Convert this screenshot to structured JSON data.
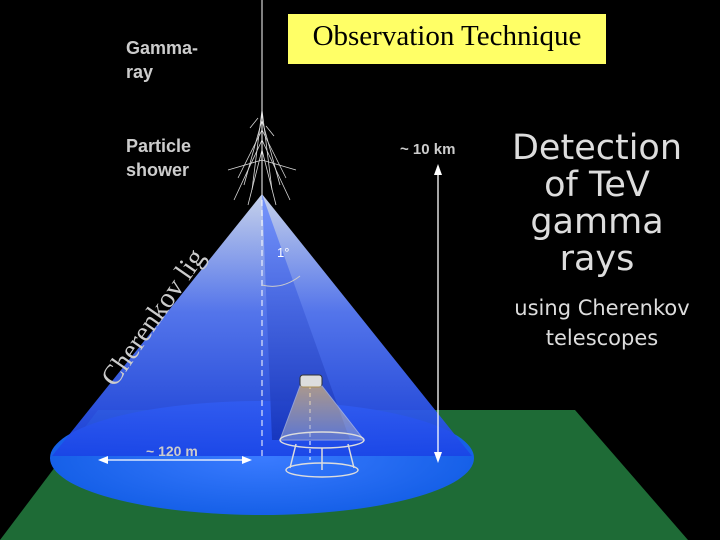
{
  "slide": {
    "title": "Observation Technique",
    "gamma_label": "Gamma-ray",
    "shower_label": "Particle shower",
    "cherenkov_label": "Cherenkov light",
    "angle_label": "1°",
    "height_label": "~ 10 km",
    "radius_label": "~ 120 m",
    "headline": "Detection of TeV gamma rays",
    "subline": "using Cherenkov telescopes"
  },
  "colors": {
    "background": "#000000",
    "title_box": "#ffff66",
    "ground": "#1e6b36",
    "cone_top": "#c8d8ff",
    "cone_bottom": "#1a44e6",
    "label_text": "#cccccc"
  }
}
